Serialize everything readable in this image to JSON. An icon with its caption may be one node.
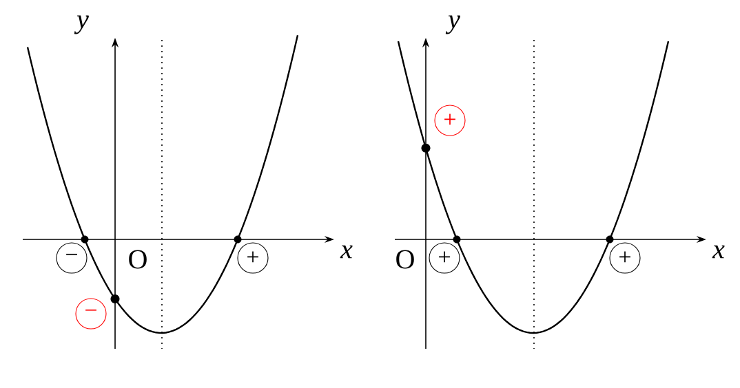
{
  "diagram": {
    "nodes": [
      {
        "text": [
          "−"
        ]
      },
      {
        "text": [
          "+"
        ]
      },
      {
        "text": [
          "−"
        ]
      },
      {
        "text": [
          "+"
        ]
      },
      {
        "text": [
          "+"
        ]
      },
      {
        "text": [
          "+"
        ]
      }
    ],
    "labels": [
      "y",
      "x",
      "O",
      "y",
      "x",
      "O"
    ]
  }
}
